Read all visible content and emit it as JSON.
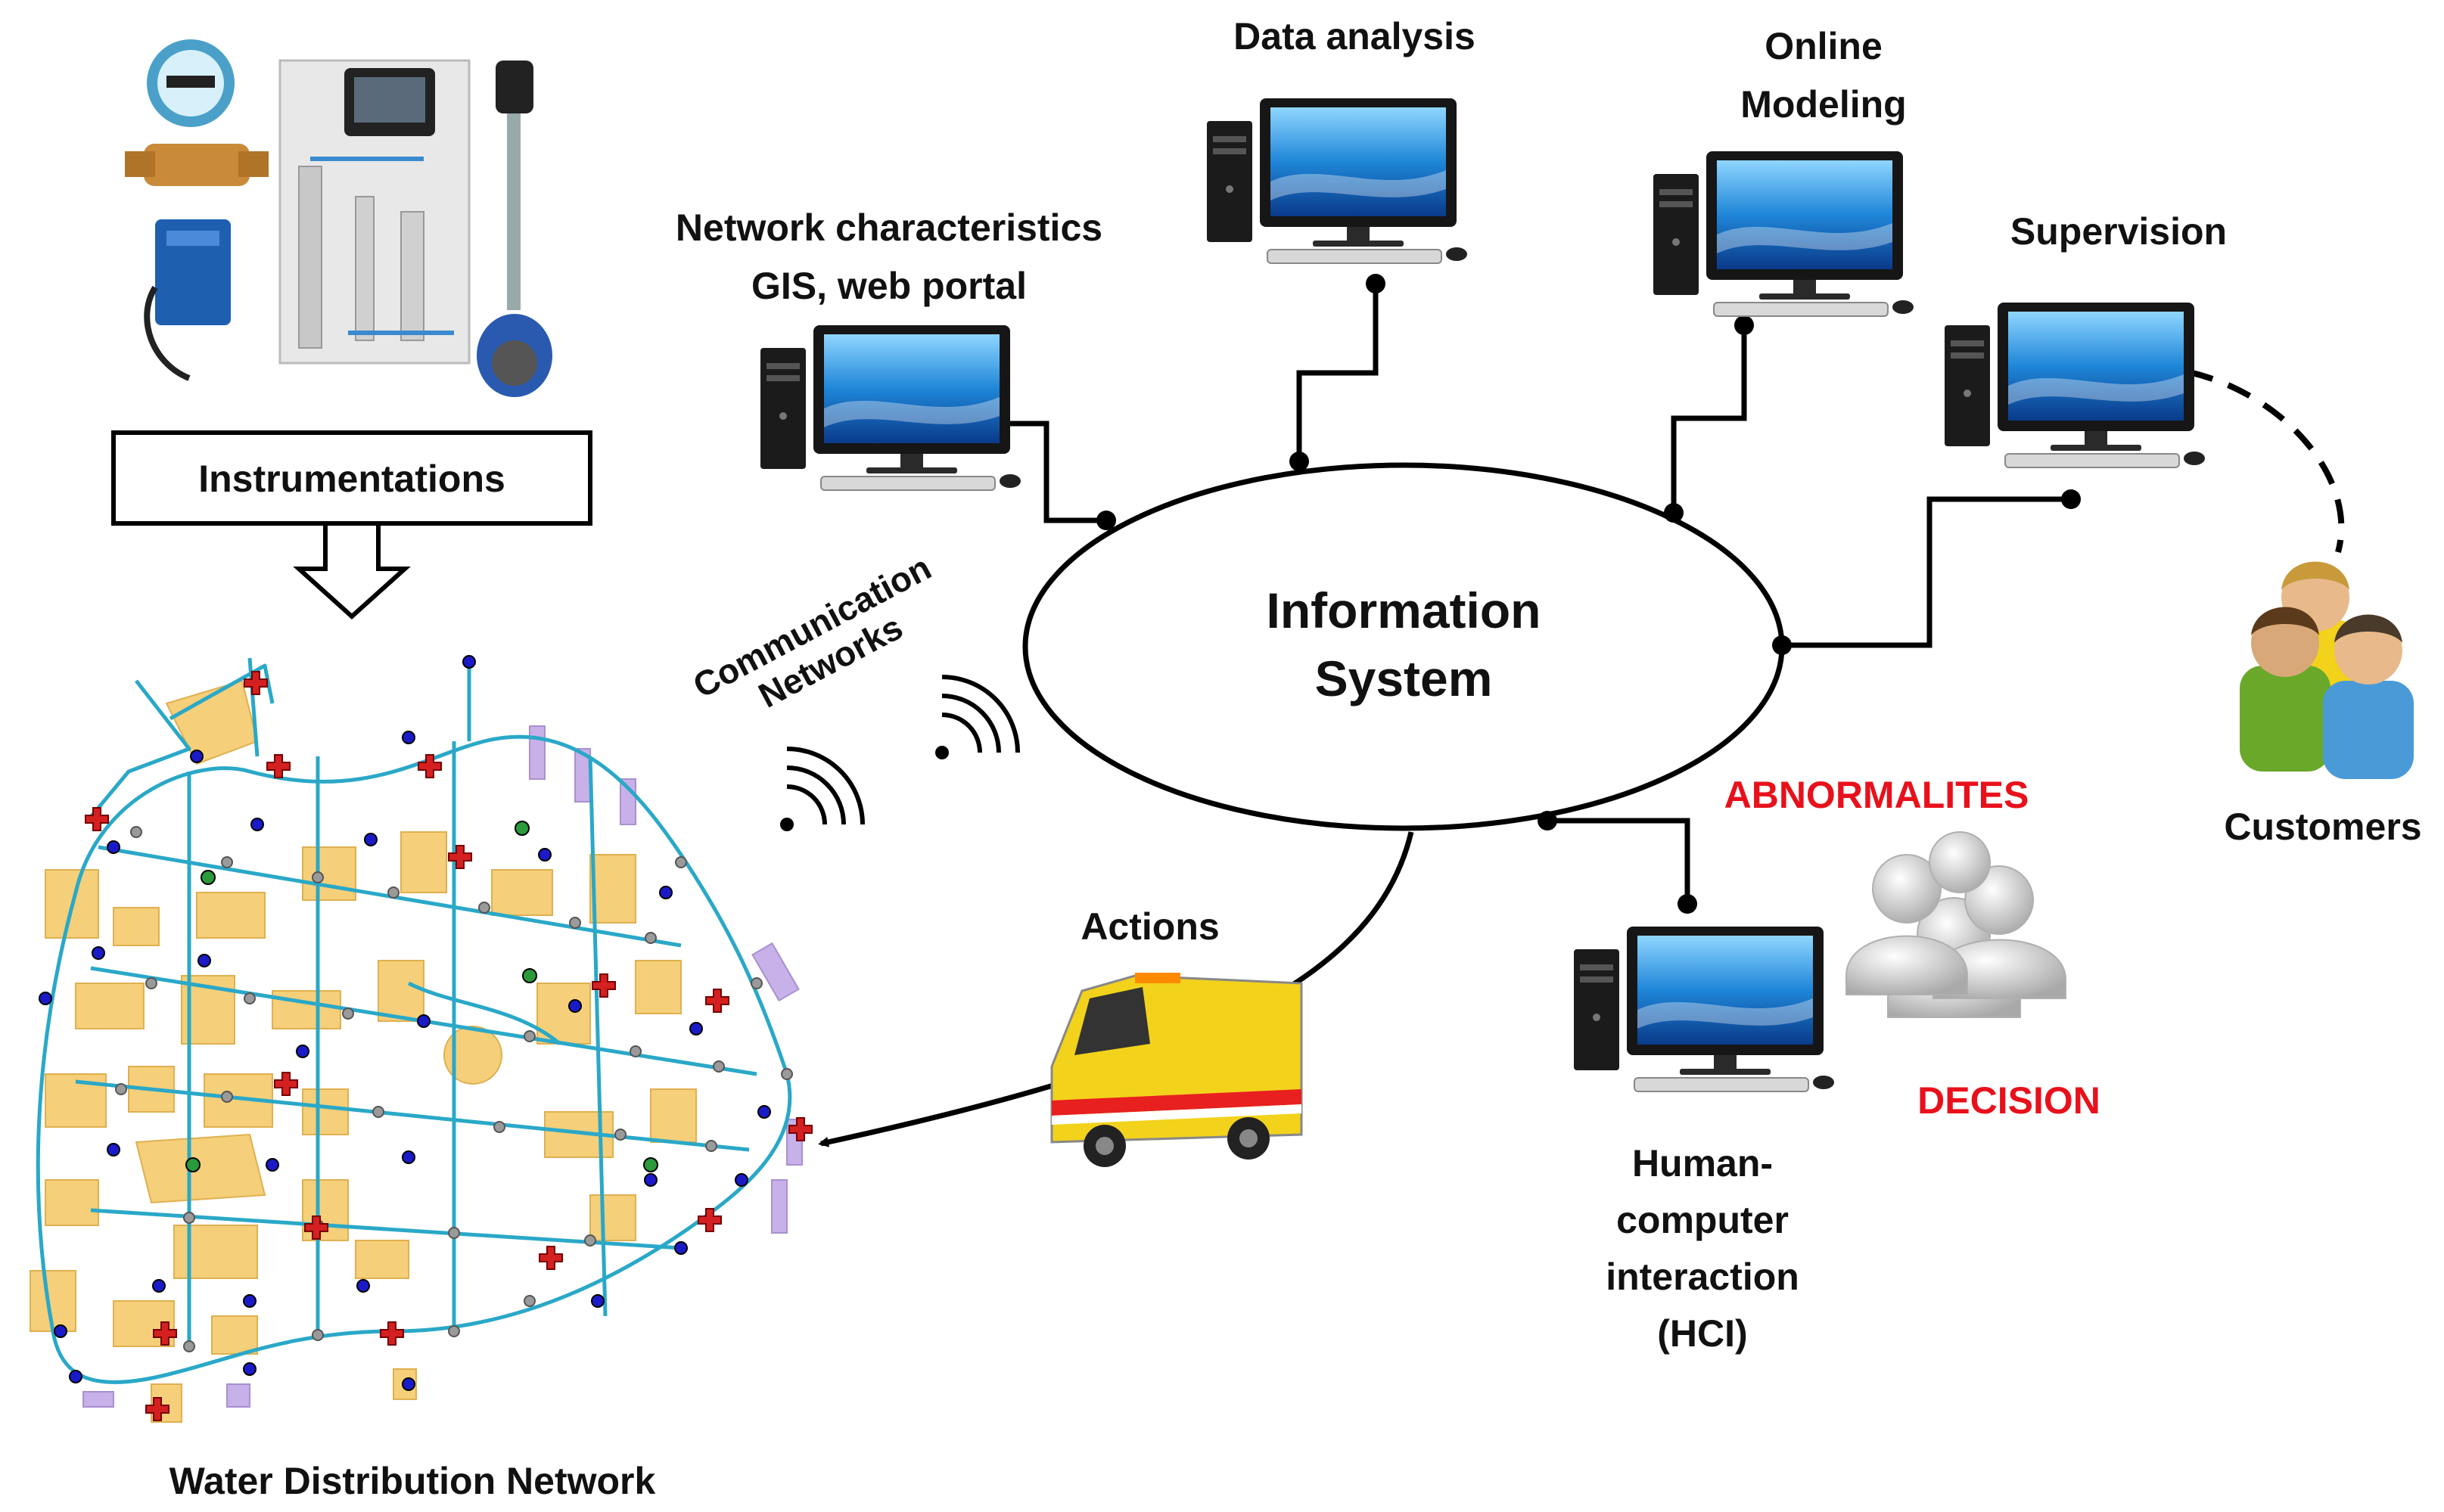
{
  "labels": {
    "data_analysis": "Data analysis",
    "online_modeling": [
      "Online",
      "Modeling"
    ],
    "network_characteristics": [
      "Network characteristics",
      "GIS, web portal"
    ],
    "supervision": "Supervision",
    "instrumentations": "Instrumentations",
    "communication_networks": [
      "Communication",
      "Networks"
    ],
    "information_system": [
      "Information",
      "System"
    ],
    "abnormalities": "ABNORMALITES",
    "decision": "DECISION",
    "actions": "Actions",
    "customers": "Customers",
    "hci": [
      "Human-",
      "computer",
      "interaction",
      "(HCI)"
    ],
    "water_network": "Water Distribution Network"
  },
  "icons": {
    "computer": "desktop-computer-icon",
    "instruments": "water-meter-instruments-icon",
    "vehicle": "service-van-icon",
    "customers": "customers-group-icon",
    "decision": "decision-group-icon",
    "wifi": "wireless-signal-icon",
    "map": "water-network-map"
  },
  "colors": {
    "alert_red": "#e8111b",
    "pipe_cyan": "#2aa8c8",
    "building": "#f5cf7a",
    "node_blue": "#1a1ac8",
    "node_red": "#d42020",
    "node_grey": "#9a9a9a",
    "node_green": "#2a9a3a",
    "van_yellow": "#f3d21b"
  }
}
